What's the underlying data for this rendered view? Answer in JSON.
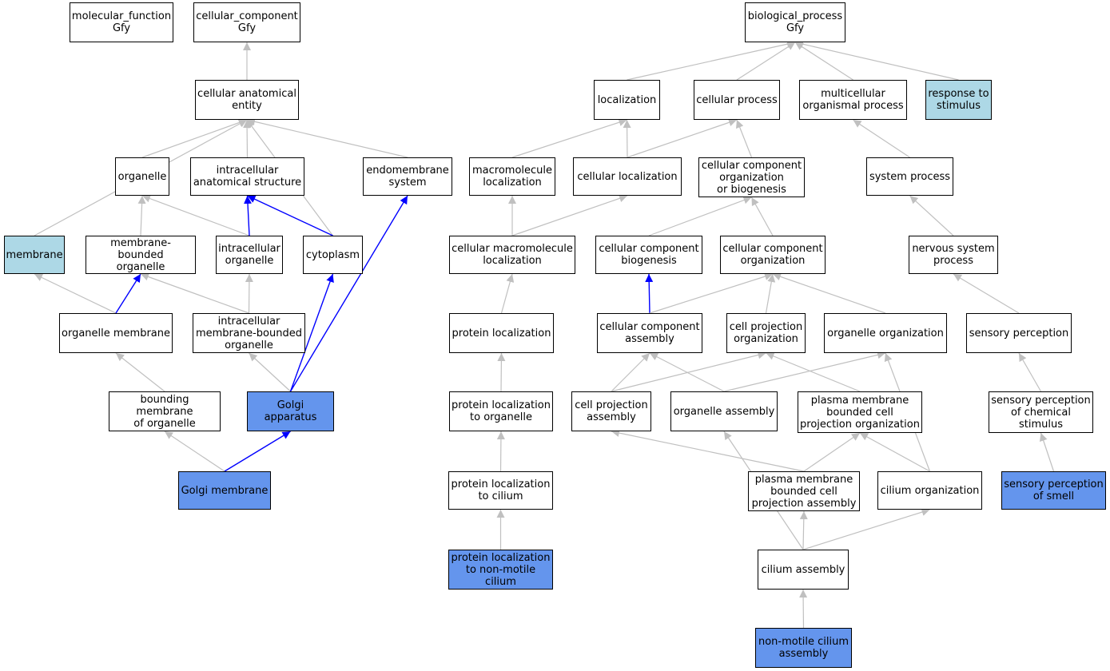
{
  "colors": {
    "edge_gray": "#c0c0c0",
    "edge_blue": "#0000ff",
    "node_white": "#ffffff",
    "node_light": "#add8e6",
    "node_strong": "#6495ed"
  },
  "nodes": [
    {
      "id": "molecular_function",
      "label": "molecular_function\nGfy",
      "style": "white"
    },
    {
      "id": "cellular_component",
      "label": "cellular_component\nGfy",
      "style": "white"
    },
    {
      "id": "cellular_anatomical_entity",
      "label": "cellular anatomical\nentity",
      "style": "white"
    },
    {
      "id": "organelle",
      "label": "organelle",
      "style": "white"
    },
    {
      "id": "intracellular_anatomical_structure",
      "label": "intracellular\nanatomical structure",
      "style": "white"
    },
    {
      "id": "endomembrane_system",
      "label": "endomembrane\nsystem",
      "style": "white"
    },
    {
      "id": "membrane",
      "label": "membrane",
      "style": "light"
    },
    {
      "id": "membrane_bounded_organelle",
      "label": "membrane-bounded\norganelle",
      "style": "white"
    },
    {
      "id": "intracellular_organelle",
      "label": "intracellular\norganelle",
      "style": "white"
    },
    {
      "id": "cytoplasm",
      "label": "cytoplasm",
      "style": "white"
    },
    {
      "id": "organelle_membrane",
      "label": "organelle membrane",
      "style": "white"
    },
    {
      "id": "intracellular_mb_organelle",
      "label": "intracellular\nmembrane-bounded\norganelle",
      "style": "white"
    },
    {
      "id": "bounding_membrane",
      "label": "bounding membrane\nof organelle",
      "style": "white"
    },
    {
      "id": "golgi_apparatus",
      "label": "Golgi apparatus",
      "style": "strong"
    },
    {
      "id": "golgi_membrane",
      "label": "Golgi membrane",
      "style": "strong"
    },
    {
      "id": "biological_process",
      "label": "biological_process\nGfy",
      "style": "white"
    },
    {
      "id": "localization",
      "label": "localization",
      "style": "white"
    },
    {
      "id": "cellular_process",
      "label": "cellular process",
      "style": "white"
    },
    {
      "id": "multicellular_organismal_process",
      "label": "multicellular\norganismal process",
      "style": "white"
    },
    {
      "id": "response_to_stimulus",
      "label": "response to\nstimulus",
      "style": "light"
    },
    {
      "id": "macromolecule_localization",
      "label": "macromolecule\nlocalization",
      "style": "white"
    },
    {
      "id": "cellular_localization",
      "label": "cellular localization",
      "style": "white"
    },
    {
      "id": "ccob",
      "label": "cellular component\norganization\nor biogenesis",
      "style": "white"
    },
    {
      "id": "system_process",
      "label": "system process",
      "style": "white"
    },
    {
      "id": "cellular_macromolecule_localization",
      "label": "cellular macromolecule\nlocalization",
      "style": "white"
    },
    {
      "id": "cc_biogenesis",
      "label": "cellular component\nbiogenesis",
      "style": "white"
    },
    {
      "id": "cc_organization",
      "label": "cellular component\norganization",
      "style": "white"
    },
    {
      "id": "nervous_system_process",
      "label": "nervous system\nprocess",
      "style": "white"
    },
    {
      "id": "protein_localization",
      "label": "protein localization",
      "style": "white"
    },
    {
      "id": "cc_assembly",
      "label": "cellular component\nassembly",
      "style": "white"
    },
    {
      "id": "cell_projection_organization",
      "label": "cell projection\norganization",
      "style": "white"
    },
    {
      "id": "organelle_organization",
      "label": "organelle organization",
      "style": "white"
    },
    {
      "id": "sensory_perception",
      "label": "sensory perception",
      "style": "white"
    },
    {
      "id": "protein_localization_to_organelle",
      "label": "protein localization\nto organelle",
      "style": "white"
    },
    {
      "id": "cell_projection_assembly",
      "label": "cell projection\nassembly",
      "style": "white"
    },
    {
      "id": "organelle_assembly",
      "label": "organelle assembly",
      "style": "white"
    },
    {
      "id": "pm_bounded_cell_projection_organization",
      "label": "plasma membrane\nbounded cell\nprojection organization",
      "style": "white"
    },
    {
      "id": "sensory_perception_chemical",
      "label": "sensory perception\nof chemical\nstimulus",
      "style": "white"
    },
    {
      "id": "protein_localization_to_cilium",
      "label": "protein localization\nto cilium",
      "style": "white"
    },
    {
      "id": "pm_bounded_cell_projection_assembly",
      "label": "plasma membrane\nbounded cell\nprojection assembly",
      "style": "white"
    },
    {
      "id": "cilium_organization",
      "label": "cilium organization",
      "style": "white"
    },
    {
      "id": "sensory_perception_smell",
      "label": "sensory perception\nof smell",
      "style": "strong"
    },
    {
      "id": "protein_localization_nonmotile",
      "label": "protein localization\nto non-motile\ncilium",
      "style": "strong"
    },
    {
      "id": "cilium_assembly",
      "label": "cilium assembly",
      "style": "white"
    },
    {
      "id": "nonmotile_cilium_assembly",
      "label": "non-motile cilium\nassembly",
      "style": "strong"
    }
  ],
  "edges": [
    {
      "from": "cellular_anatomical_entity",
      "to": "cellular_component",
      "color": "gray"
    },
    {
      "from": "organelle",
      "to": "cellular_anatomical_entity",
      "color": "gray"
    },
    {
      "from": "intracellular_anatomical_structure",
      "to": "cellular_anatomical_entity",
      "color": "gray"
    },
    {
      "from": "endomembrane_system",
      "to": "cellular_anatomical_entity",
      "color": "gray"
    },
    {
      "from": "membrane",
      "to": "cellular_anatomical_entity",
      "color": "gray"
    },
    {
      "from": "cytoplasm",
      "to": "cellular_anatomical_entity",
      "color": "gray"
    },
    {
      "from": "membrane_bounded_organelle",
      "to": "organelle",
      "color": "gray"
    },
    {
      "from": "intracellular_organelle",
      "to": "organelle",
      "color": "gray"
    },
    {
      "from": "intracellular_organelle",
      "to": "intracellular_anatomical_structure",
      "color": "blue"
    },
    {
      "from": "cytoplasm",
      "to": "intracellular_anatomical_structure",
      "color": "blue"
    },
    {
      "from": "organelle_membrane",
      "to": "membrane",
      "color": "gray"
    },
    {
      "from": "organelle_membrane",
      "to": "membrane_bounded_organelle",
      "color": "blue"
    },
    {
      "from": "intracellular_mb_organelle",
      "to": "membrane_bounded_organelle",
      "color": "gray"
    },
    {
      "from": "intracellular_mb_organelle",
      "to": "intracellular_organelle",
      "color": "gray"
    },
    {
      "from": "bounding_membrane",
      "to": "organelle_membrane",
      "color": "gray"
    },
    {
      "from": "golgi_apparatus",
      "to": "intracellular_mb_organelle",
      "color": "gray"
    },
    {
      "from": "golgi_apparatus",
      "to": "cytoplasm",
      "color": "blue"
    },
    {
      "from": "golgi_apparatus",
      "to": "endomembrane_system",
      "color": "blue"
    },
    {
      "from": "golgi_membrane",
      "to": "bounding_membrane",
      "color": "gray"
    },
    {
      "from": "golgi_membrane",
      "to": "golgi_apparatus",
      "color": "blue"
    },
    {
      "from": "localization",
      "to": "biological_process",
      "color": "gray"
    },
    {
      "from": "cellular_process",
      "to": "biological_process",
      "color": "gray"
    },
    {
      "from": "multicellular_organismal_process",
      "to": "biological_process",
      "color": "gray"
    },
    {
      "from": "response_to_stimulus",
      "to": "biological_process",
      "color": "gray"
    },
    {
      "from": "macromolecule_localization",
      "to": "localization",
      "color": "gray"
    },
    {
      "from": "cellular_localization",
      "to": "localization",
      "color": "gray"
    },
    {
      "from": "cellular_localization",
      "to": "cellular_process",
      "color": "gray"
    },
    {
      "from": "ccob",
      "to": "cellular_process",
      "color": "gray"
    },
    {
      "from": "system_process",
      "to": "multicellular_organismal_process",
      "color": "gray"
    },
    {
      "from": "cellular_macromolecule_localization",
      "to": "macromolecule_localization",
      "color": "gray"
    },
    {
      "from": "cellular_macromolecule_localization",
      "to": "cellular_localization",
      "color": "gray"
    },
    {
      "from": "cc_biogenesis",
      "to": "ccob",
      "color": "gray"
    },
    {
      "from": "cc_organization",
      "to": "ccob",
      "color": "gray"
    },
    {
      "from": "nervous_system_process",
      "to": "system_process",
      "color": "gray"
    },
    {
      "from": "protein_localization",
      "to": "cellular_macromolecule_localization",
      "color": "gray"
    },
    {
      "from": "cc_assembly",
      "to": "cc_biogenesis",
      "color": "blue"
    },
    {
      "from": "cc_assembly",
      "to": "cc_organization",
      "color": "gray"
    },
    {
      "from": "cell_projection_organization",
      "to": "cc_organization",
      "color": "gray"
    },
    {
      "from": "organelle_organization",
      "to": "cc_organization",
      "color": "gray"
    },
    {
      "from": "sensory_perception",
      "to": "nervous_system_process",
      "color": "gray"
    },
    {
      "from": "protein_localization_to_organelle",
      "to": "protein_localization",
      "color": "gray"
    },
    {
      "from": "cell_projection_assembly",
      "to": "cc_assembly",
      "color": "gray"
    },
    {
      "from": "cell_projection_assembly",
      "to": "cell_projection_organization",
      "color": "gray"
    },
    {
      "from": "organelle_assembly",
      "to": "cc_assembly",
      "color": "gray"
    },
    {
      "from": "organelle_assembly",
      "to": "organelle_organization",
      "color": "gray"
    },
    {
      "from": "pm_bounded_cell_projection_organization",
      "to": "cell_projection_organization",
      "color": "gray"
    },
    {
      "from": "sensory_perception_chemical",
      "to": "sensory_perception",
      "color": "gray"
    },
    {
      "from": "protein_localization_to_cilium",
      "to": "protein_localization_to_organelle",
      "color": "gray"
    },
    {
      "from": "pm_bounded_cell_projection_assembly",
      "to": "cell_projection_assembly",
      "color": "gray"
    },
    {
      "from": "pm_bounded_cell_projection_assembly",
      "to": "pm_bounded_cell_projection_organization",
      "color": "gray"
    },
    {
      "from": "cilium_organization",
      "to": "pm_bounded_cell_projection_organization",
      "color": "gray"
    },
    {
      "from": "cilium_organization",
      "to": "organelle_organization",
      "color": "gray"
    },
    {
      "from": "sensory_perception_smell",
      "to": "sensory_perception_chemical",
      "color": "gray"
    },
    {
      "from": "protein_localization_nonmotile",
      "to": "protein_localization_to_cilium",
      "color": "gray"
    },
    {
      "from": "cilium_assembly",
      "to": "organelle_assembly",
      "color": "gray"
    },
    {
      "from": "cilium_assembly",
      "to": "pm_bounded_cell_projection_assembly",
      "color": "gray"
    },
    {
      "from": "cilium_assembly",
      "to": "cilium_organization",
      "color": "gray"
    },
    {
      "from": "nonmotile_cilium_assembly",
      "to": "cilium_assembly",
      "color": "gray"
    }
  ]
}
